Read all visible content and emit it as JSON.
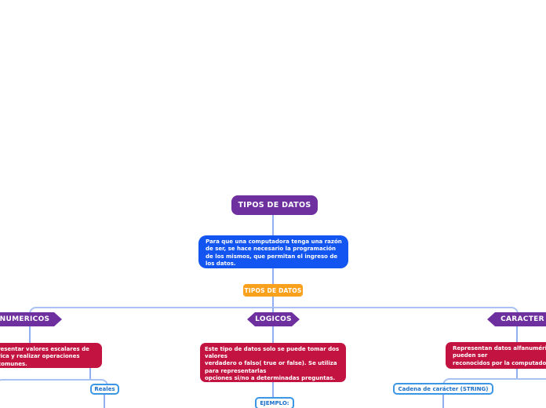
{
  "root_node": {
    "label": "TIPOS DE DATOS"
  },
  "intro": {
    "lines": [
      "Para que una computadora tenga una razón",
      "de ser, se hace necesario la programación",
      "de los mismos, que permitan el ingreso de",
      "los datos."
    ]
  },
  "hub": {
    "label": "TIPOS DE DATOS"
  },
  "branches": {
    "numericos": {
      "label": "NUMERICOS",
      "desc_lines": [
        "resentar valores escalares de",
        "rica y realizar operaciones",
        "comunes."
      ],
      "children": [
        "Reales"
      ]
    },
    "logicos": {
      "label": "LOGICOS",
      "desc_lines": [
        "Este tipo de datos solo se puede tomar dos",
        "valores",
        "verdadero o falso( true or false). Se utiliza",
        "para representarlas",
        "opciones si/no a determinadas preguntas."
      ],
      "children": [
        "EJEMPLO:"
      ]
    },
    "caracter": {
      "label": "CARACTER",
      "desc_lines": [
        "Representan datos alfanuméricos que",
        "pueden ser",
        "reconocidos por la computadora."
      ],
      "children": [
        "Cadena de carácter (STRING)"
      ]
    }
  },
  "colors": {
    "purple": "#6e2f9f",
    "orange": "#f9a11c",
    "blue": "#1355f0",
    "red": "#c31441",
    "childBorder": "#3b97e6",
    "childText": "#1a6fc9",
    "line": "#90aef1",
    "rail": "#a9c2f3"
  }
}
